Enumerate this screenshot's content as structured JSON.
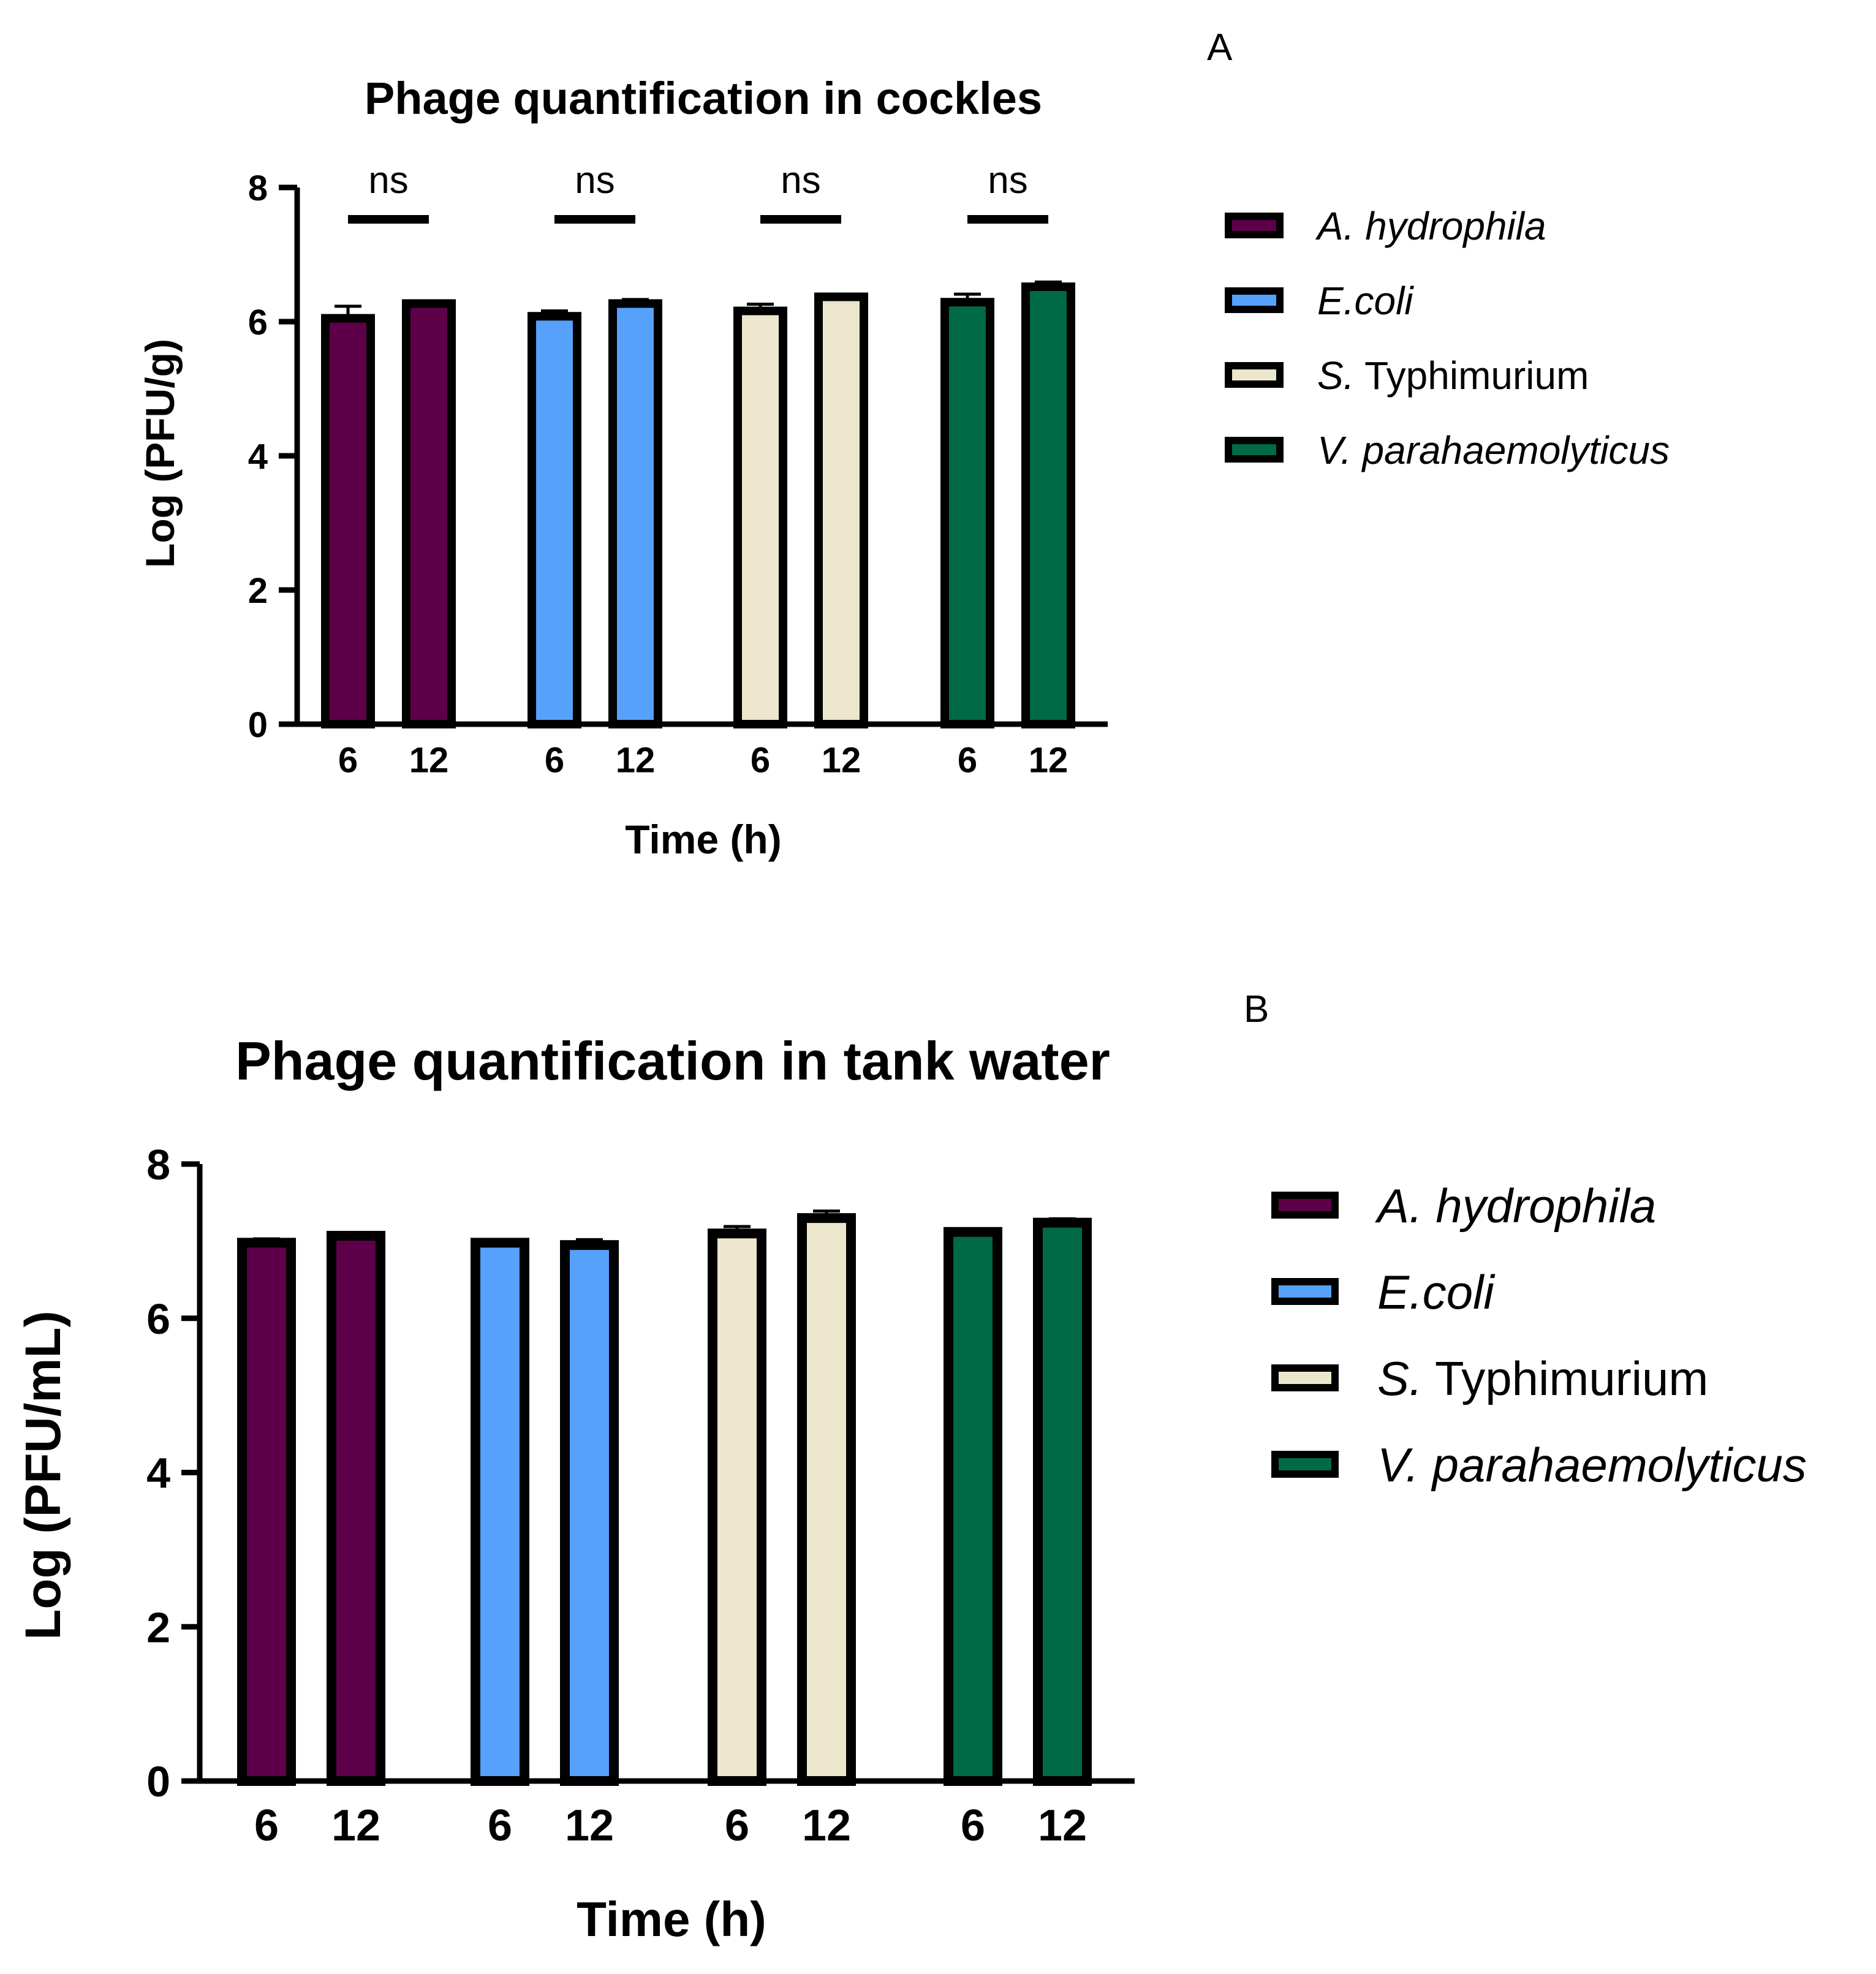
{
  "colors": {
    "A. hydrophila": "#5e0049",
    "E.coli": "#56a1fb",
    "S. Typhimurium": "#ece6cd",
    "V. parahaemolyticus": "#006a46",
    "outline": "#000000"
  },
  "chart_data": [
    {
      "type": "bar",
      "panel": "A",
      "title": "Phage quantification in cockles",
      "xlabel": "Time (h)",
      "ylabel": "Log (PFU/g)",
      "ylim": [
        0,
        8
      ],
      "yticks": [
        "0",
        "2",
        "4",
        "6",
        "8"
      ],
      "categories": [
        "6",
        "12"
      ],
      "grid": false,
      "legend_position": "right",
      "series": [
        {
          "name": "A. hydrophila",
          "name_italic": "A. hydrophila",
          "name_rest": "",
          "values": [
            6.05,
            6.27
          ],
          "errors": [
            0.18,
            0.04
          ]
        },
        {
          "name": "E.coli",
          "name_italic": "E.coli",
          "name_rest": "",
          "values": [
            6.08,
            6.27
          ],
          "errors": [
            0.08,
            0.06
          ]
        },
        {
          "name": "S. Typhimurium",
          "name_italic": "S.",
          "name_rest": " Typhimurium",
          "values": [
            6.16,
            6.37
          ],
          "errors": [
            0.1,
            0.04
          ]
        },
        {
          "name": "V. parahaemolyticus",
          "name_italic": "V. parahaemolyticus",
          "name_rest": "",
          "values": [
            6.29,
            6.52
          ],
          "errors": [
            0.12,
            0.07
          ]
        }
      ],
      "annotations": [
        "ns",
        "ns",
        "ns",
        "ns"
      ]
    },
    {
      "type": "bar",
      "panel": "B",
      "title": "Phage quantification in tank water",
      "xlabel": "Time (h)",
      "ylabel": "Log (PFU/mL)",
      "ylim": [
        0,
        8
      ],
      "yticks": [
        "0",
        "2",
        "4",
        "6",
        "8"
      ],
      "categories": [
        "6",
        "12"
      ],
      "grid": false,
      "legend_position": "right",
      "series": [
        {
          "name": "A. hydrophila",
          "name_italic": "A. hydrophila",
          "name_rest": "",
          "values": [
            6.98,
            7.07
          ],
          "errors": [
            0.05,
            0.04
          ]
        },
        {
          "name": "E.coli",
          "name_italic": "E.coli",
          "name_rest": "",
          "values": [
            6.98,
            6.95
          ],
          "errors": [
            0.04,
            0.07
          ]
        },
        {
          "name": "S. Typhimurium",
          "name_italic": "S.",
          "name_rest": " Typhimurium",
          "values": [
            7.1,
            7.3
          ],
          "errors": [
            0.09,
            0.09
          ]
        },
        {
          "name": "V. parahaemolyticus",
          "name_italic": "V. parahaemolyticus",
          "name_rest": "",
          "values": [
            7.12,
            7.24
          ],
          "errors": [
            0.03,
            0.05
          ]
        }
      ],
      "annotations": []
    }
  ]
}
